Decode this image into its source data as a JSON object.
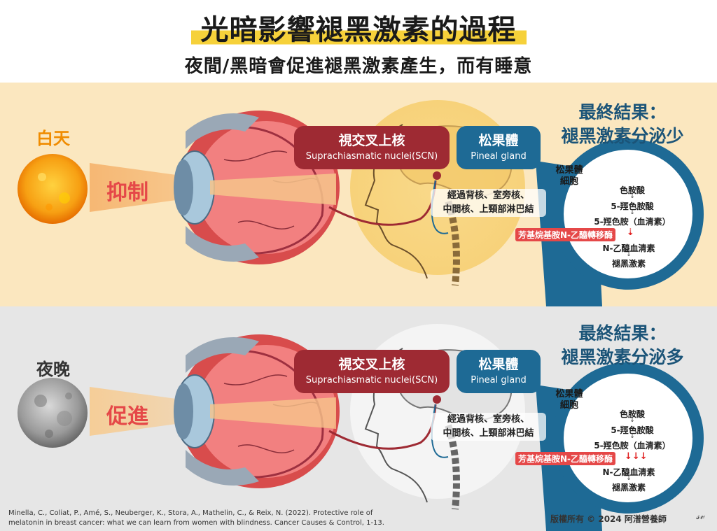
{
  "header": {
    "title": "光暗影響褪黑激素的過程",
    "subtitle": "夜間/黑暗會促進褪黑激素產生，而有睡意"
  },
  "day": {
    "time_label": "白天",
    "effect": "抑制",
    "result_line1": "最終結果：",
    "result_line2": "褪黑激素分泌少",
    "scn_zh": "視交叉上核",
    "scn_en": "Suprachiasmatic nuclei(SCN)",
    "pineal_zh": "松果體",
    "pineal_en": "Pineal gland",
    "pathway_line1": "經過背核、室旁核、",
    "pathway_line2": "中間核、上頸部淋巴結",
    "cell_title_line1": "松果體",
    "cell_title_line2": "細胞",
    "steps": [
      "色胺酸",
      "5-羥色胺酸",
      "5-羥色胺（血清素）",
      "N-乙醯血清素",
      "褪黑激素"
    ],
    "enzyme": "芳基烷基胺N-乙醯轉移酶",
    "enzyme_arrow": "⇣"
  },
  "night": {
    "time_label": "夜晚",
    "effect": "促進",
    "result_line1": "最終結果：",
    "result_line2": "褪黑激素分泌多",
    "scn_zh": "視交叉上核",
    "scn_en": "Suprachiasmatic nuclei(SCN)",
    "pineal_zh": "松果體",
    "pineal_en": "Pineal gland",
    "pathway_line1": "經過背核、室旁核、",
    "pathway_line2": "中間核、上頸部淋巴結",
    "cell_title_line1": "松果體",
    "cell_title_line2": "細胞",
    "steps": [
      "色胺酸",
      "5-羥色胺酸",
      "5-羥色胺（血清素）",
      "N-乙醯血清素",
      "褪黑激素"
    ],
    "enzyme": "芳基烷基胺N-乙醯轉移酶",
    "enzyme_arrow": "↓↓↓"
  },
  "footer": {
    "reference_line1": "Minella, C., Coliat, P., Amé, S., Neuberger, K., Stora, A., Mathelin, C., & Reix, N. (2022). Protective role of",
    "reference_line2": "melatonin in breast cancer: what we can learn from women with blindness. Cancer Causes & Control, 1-13.",
    "copyright": "版權所有 © 2024 阿潽營養師",
    "signature": "𝓈𝓋"
  },
  "colors": {
    "day_bg": "#fbe7bf",
    "night_bg": "#e6e6e6",
    "scn_red": "#9e2a33",
    "pineal_blue": "#1e6a95",
    "result_blue": "#1b5478",
    "accent_red": "#e54848",
    "highlight_yellow": "#f6d13a"
  }
}
